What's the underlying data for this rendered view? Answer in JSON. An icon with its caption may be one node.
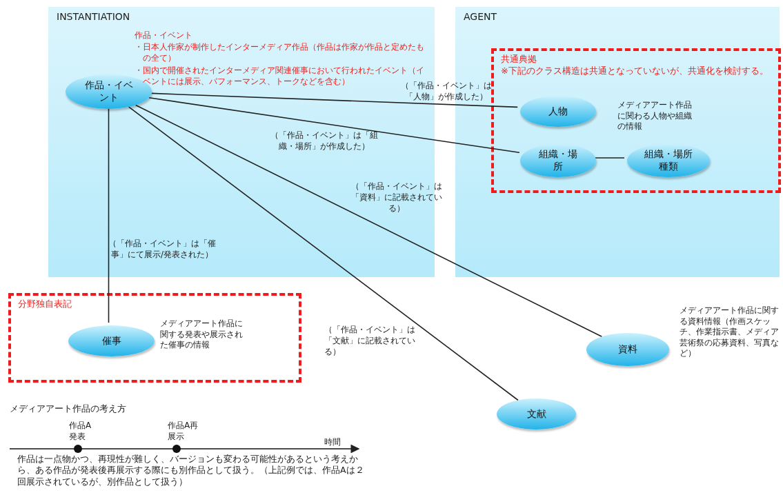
{
  "diagram": {
    "nodes": [
      {
        "text": [
          "INSTANTIATION"
        ]
      },
      {
        "text": [
          "作品・イベント"
        ],
        "in": 0,
        "beside": [
          "作品・イベント",
          "・日本人作家が制作したインターメディア作品（作品は作家が作品と定めたもの全て）",
          "・国内で開催されたインターメディア関連催事において行われたイベント（イベントには展示、パフォーマンス、トークなどを含む）"
        ]
      },
      {
        "text": [
          "AGENT"
        ]
      },
      {
        "text": [
          "共通典拠",
          "※下記のクラス構造は共通となっていないが、共通化を検討する。"
        ],
        "in": 2
      },
      {
        "text": [
          "人物"
        ],
        "in": 3,
        "beside": [
          "メディアアート作品に関わる人物や組織の情報"
        ]
      },
      {
        "text": [
          "組織・場所"
        ],
        "in": 3
      },
      {
        "text": [
          "組織・場所種類"
        ],
        "in": 3
      },
      {
        "text": [
          "分野独自表記"
        ]
      },
      {
        "text": [
          "催事"
        ],
        "in": 7,
        "beside": [
          "メディアアート作品に関する発表や展示された催事の情報"
        ]
      },
      {
        "text": [
          "資料"
        ],
        "beside": [
          "メディアアート作品に関する資料情報（作画スケッチ、作業指示書、メディア芸術祭の応募資料、写真など）"
        ]
      },
      {
        "text": [
          "文献"
        ]
      }
    ],
    "edges": [
      {
        "from": 1,
        "to": 4,
        "arrow": "none",
        "label": "（「作品・イベント」は「人物」が作成した）"
      },
      {
        "from": 1,
        "to": 5,
        "arrow": "none",
        "label": "（「作品・イベント」は「組織・場所」が作成した）"
      },
      {
        "from": 5,
        "to": 6,
        "arrow": "none"
      },
      {
        "from": 1,
        "to": 9,
        "arrow": "none",
        "label": "（「作品・イベント」は「資料」に記載されている）"
      },
      {
        "from": 1,
        "to": 8,
        "arrow": "none",
        "label": "（「作品・イベント」は「催事」にて展示/発表された）"
      },
      {
        "from": 1,
        "to": 10,
        "arrow": "none",
        "label": "（「作品・イベント」は「文献」に記載されている）"
      }
    ],
    "labels": [
      "メディアアート作品の考え方",
      "作品A発表",
      "作品A再展示",
      "時間",
      "作品は一点物かつ、再現性が難しく、バージョンも変わる可能性があるという考えから、ある作品が発表後再展示する際にも別作品として扱う。（上記例では、作品Aは２回展示されているが、別作品として扱う）"
    ]
  }
}
